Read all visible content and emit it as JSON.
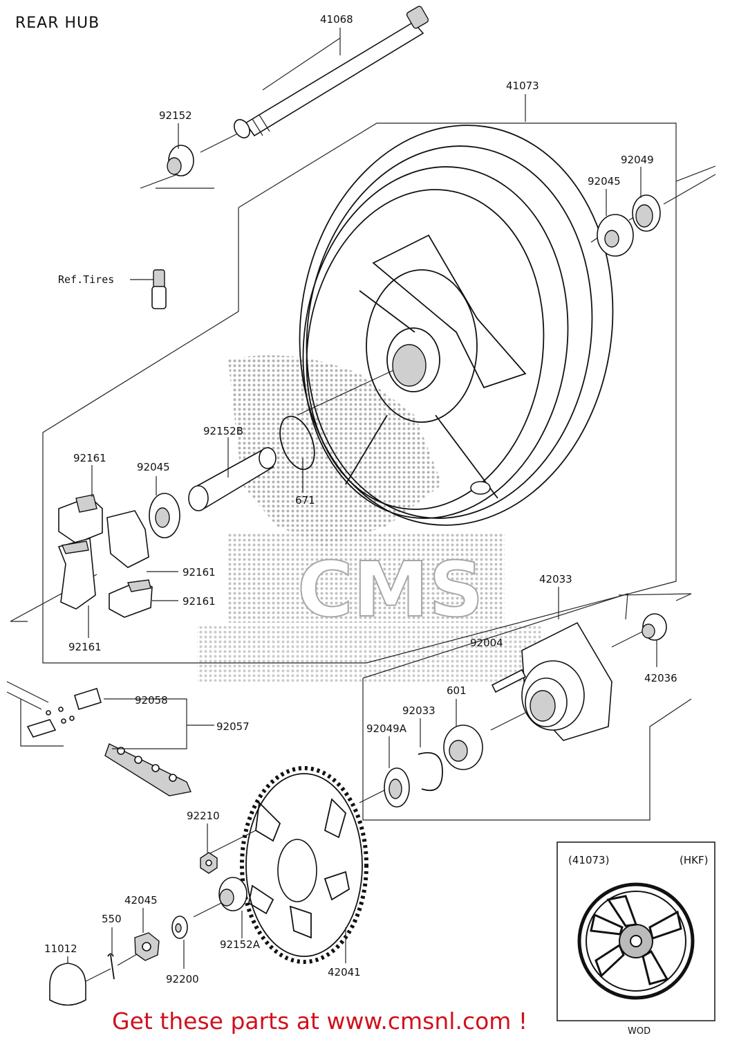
{
  "title": "REAR HUB",
  "parts": {
    "p41068": "41068",
    "p41073": "41073",
    "p92152": "92152",
    "p92049": "92049",
    "p92045_r": "92045",
    "ref_tires": "Ref.Tires",
    "p92152B": "92152B",
    "p92161_a": "92161",
    "p92045_l": "92045",
    "p671": "671",
    "p92161_b": "92161",
    "p92161_c": "92161",
    "p92161_d": "92161",
    "p42033": "42033",
    "p92004": "92004",
    "p42036": "42036",
    "p601": "601",
    "p92058": "92058",
    "p92057": "92057",
    "p92033": "92033",
    "p92049A": "92049A",
    "p92210": "92210",
    "p42045": "42045",
    "p550": "550",
    "p11012": "11012",
    "p92200": "92200",
    "p92152A": "92152A",
    "p42041": "42041"
  },
  "inset": {
    "ref": "(41073)",
    "code": "(HKF)",
    "footer": "WOD"
  },
  "watermark": {
    "brand": "CMS"
  },
  "promo": "Get these parts at www.cmsnl.com !",
  "colors": {
    "promo": "#d0111b",
    "watermark": "#8a8a8a"
  }
}
